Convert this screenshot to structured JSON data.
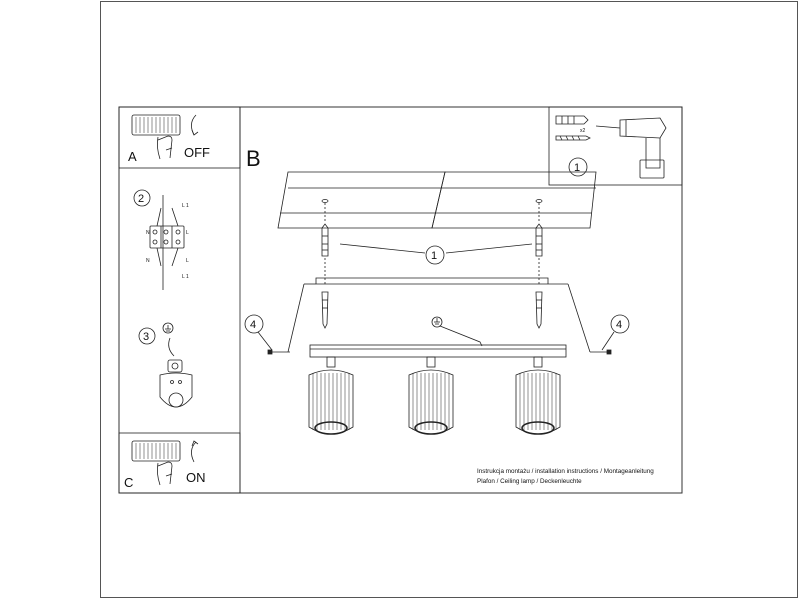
{
  "panels": {
    "a": {
      "letter": "A",
      "state": "OFF"
    },
    "b": {
      "letter": "B"
    },
    "c": {
      "letter": "C",
      "state": "ON"
    }
  },
  "steps": {
    "drill": "1",
    "ceiling_fixings": "1",
    "wiring": "2",
    "earth": "3",
    "screw_left": "4",
    "screw_right": "4"
  },
  "labels": {
    "plug_count": "x2",
    "l1_top": "L 1",
    "l1_bottom": "L 1",
    "n_left_top": "N",
    "l_right_top": "L",
    "n_left_bottom": "N",
    "l_right_bottom": "L"
  },
  "caption": {
    "line1": "Instrukcja montażu / installation instructions / Montageanleitung",
    "line2": "Plafon / Ceiling lamp / Deckenleuchte"
  },
  "icons": [
    "switch-off-icon",
    "drill-icon",
    "wall-plug-icon",
    "terminal-block-icon",
    "earth-symbol-icon",
    "switch-on-icon",
    "spotlight-icon"
  ]
}
